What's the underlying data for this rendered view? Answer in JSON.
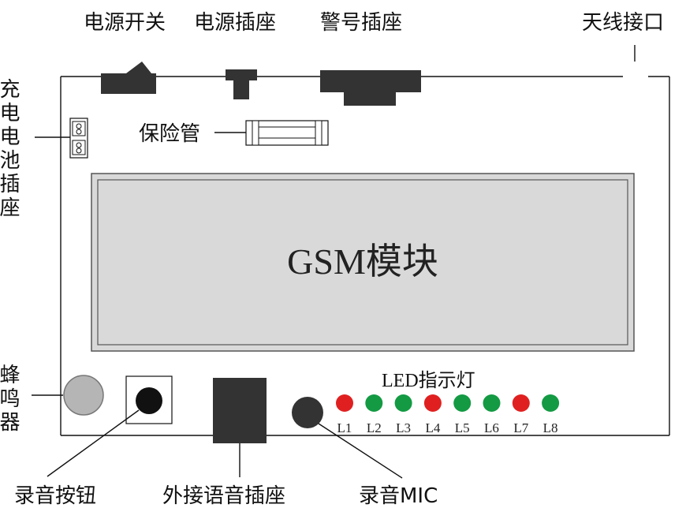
{
  "labels": {
    "power_switch": "电源开关",
    "power_socket": "电源插座",
    "alarm_socket": "警号插座",
    "antenna_port": "天线接口",
    "fuse": "保险管",
    "battery_socket": "充电电池插座",
    "gsm_module": "GSM模块",
    "buzzer": "蜂鸣器",
    "led_title": "LED指示灯",
    "record_button": "录音按钮",
    "ext_voice_socket": "外接语音插座",
    "record_mic": "录音MIC"
  },
  "colors": {
    "board_line": "#111111",
    "component_dark": "#333333",
    "module_fill": "#d9d9d9",
    "buzzer_fill": "#b5b5b5",
    "led_red": "#e02020",
    "led_green": "#139a43"
  },
  "leds": [
    {
      "label": "L1",
      "color": "red"
    },
    {
      "label": "L2",
      "color": "green"
    },
    {
      "label": "L3",
      "color": "green"
    },
    {
      "label": "L4",
      "color": "red"
    },
    {
      "label": "L5",
      "color": "green"
    },
    {
      "label": "L6",
      "color": "green"
    },
    {
      "label": "L7",
      "color": "red"
    },
    {
      "label": "L8",
      "color": "green"
    }
  ]
}
